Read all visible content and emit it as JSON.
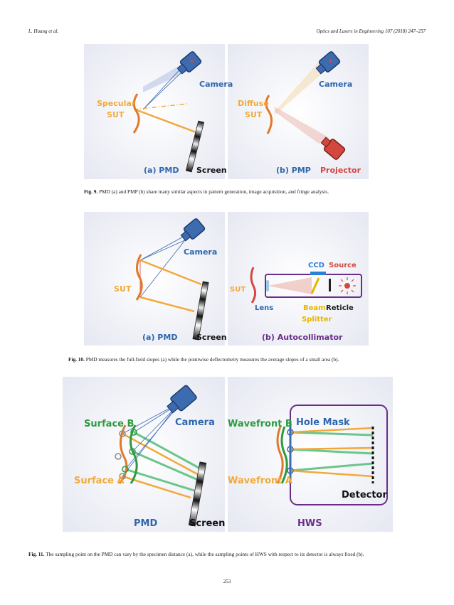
{
  "header": {
    "left": "L. Huang et al.",
    "right": "Optics and Lasers in Engineering 107 (2018) 247–257"
  },
  "figures": [
    {
      "id": "fig9",
      "labels": {
        "camera_a": "Camera",
        "specular": "Specular",
        "sut_a": "SUT",
        "pmd_a": "(a) PMD",
        "screen_a": "Screen",
        "camera_b": "Camera",
        "diffuse": "Diffuse",
        "sut_b": "SUT",
        "pmp_b": "(b) PMP",
        "projector_b": "Projector"
      },
      "caption_num": "Fig. 9.",
      "caption_text": "PMD (a) and PMP (b) share many similar aspects in pattern generation, image acquisition, and fringe analysis."
    },
    {
      "id": "fig10",
      "labels": {
        "camera_a": "Camera",
        "sut_a": "SUT",
        "pmd_a": "(a) PMD",
        "screen_a": "Screen",
        "ccd": "CCD",
        "source": "Source",
        "sut_b": "SUT",
        "lens": "Lens",
        "beam": "Beam",
        "splitter": "Splitter",
        "reticle": "Reticle",
        "autocollimator": "(b) Autocollimator"
      },
      "caption_num": "Fig. 10.",
      "caption_text": "PMD measures the full-field slopes (a) while the pointwise deflectometry measures the average slopes of a small area (b)."
    },
    {
      "id": "fig11",
      "labels": {
        "surface_b": "Surface B",
        "camera": "Camera",
        "surface_a": "Surface A",
        "pmd": "PMD",
        "screen": "Screen",
        "wavefront_b": "Wavefront B",
        "hole_mask": "Hole Mask",
        "wavefront_a": "Wavefront A",
        "detector": "Detector",
        "hws": "HWS"
      },
      "caption_num": "Fig. 11.",
      "caption_text": "The sampling point on the PMD can vary by the specimen distance (a), while the sampling points of HWS with respect to its detector is always fixed (b)."
    }
  ],
  "page_number": "253",
  "colors": {
    "camera_blue": "#3c6bb0",
    "orange": "#f2a93b",
    "red": "#d4473f",
    "green": "#2e9a3e",
    "green_beam": "#6cc58a",
    "purple": "#6a2d8a",
    "yellow": "#e8b400",
    "label_blue": "#2e66ad"
  }
}
